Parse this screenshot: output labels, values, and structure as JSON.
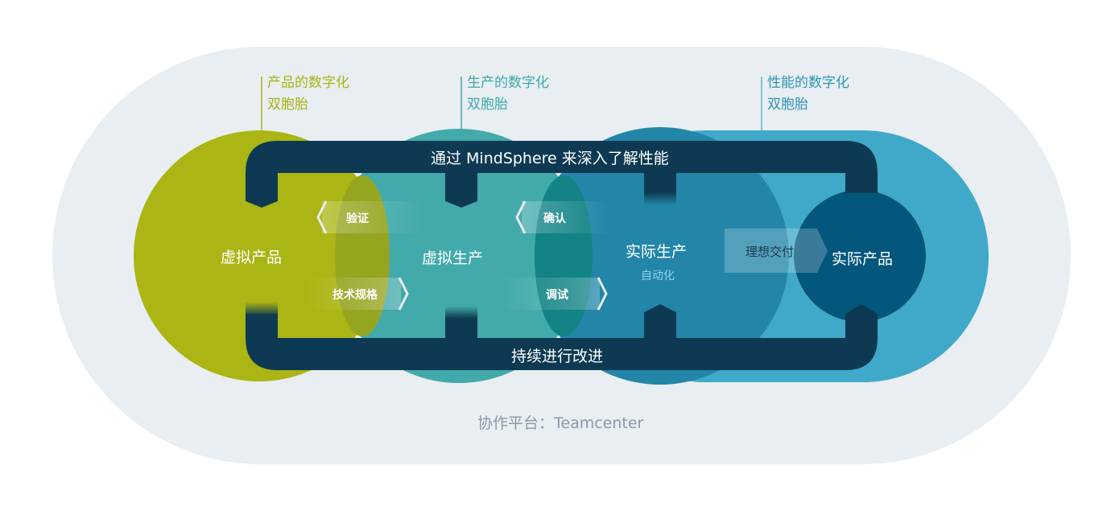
{
  "twins": [
    {
      "title_line1": "产品的数字化",
      "title_line2": "双胞胎",
      "color": "#a9b414"
    },
    {
      "title_line1": "生产的数字化",
      "title_line2": "双胞胎",
      "color": "#3eaaaa"
    },
    {
      "title_line1": "性能的数字化",
      "title_line2": "双胞胎",
      "color": "#2e95b8"
    }
  ],
  "stages": {
    "virtual_product": "虚拟产品",
    "virtual_production": "虚拟生产",
    "real_production": "实际生产",
    "real_production_sub": "自动化",
    "real_product": "实际产品"
  },
  "arrows": {
    "verify": "验证",
    "spec": "技术规格",
    "confirm": "确认",
    "debug": "调试",
    "ideal_delivery": "理想交付"
  },
  "loop": {
    "top": "通过 MindSphere 来深入了解性能",
    "bottom": "持续进行改进"
  },
  "platform": "协作平台：Teamcenter",
  "colors": {
    "background": "#e9eef2",
    "olive": "#abb514",
    "teal": "#42aaaa",
    "blue": "#2386a8",
    "light_blue": "#40a9c9",
    "navy": "#03577c",
    "band": "#0d3a52"
  }
}
